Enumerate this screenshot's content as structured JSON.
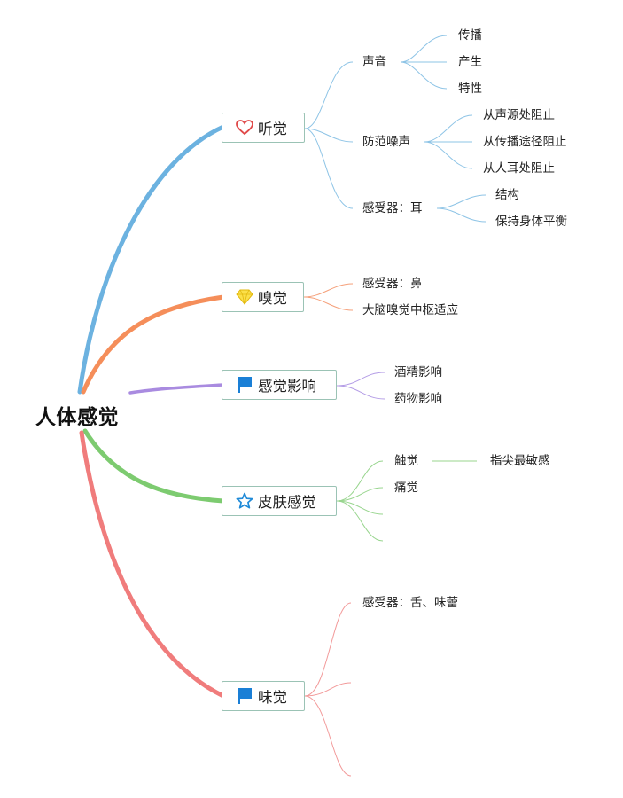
{
  "root": {
    "label": "人体感觉"
  },
  "colors": {
    "hearing": "#6cb2e0",
    "smell": "#f58e5a",
    "influence": "#a98be0",
    "skin": "#7dcb70",
    "taste": "#f07c7c",
    "node_border": "#9bc3b5"
  },
  "branches": {
    "hearing": {
      "label": "听觉",
      "icon": "heart-icon",
      "children": [
        {
          "label": "声音",
          "children": [
            "传播",
            "产生",
            "特性"
          ]
        },
        {
          "label": "防范噪声",
          "children": [
            "从声源处阻止",
            "从传播途径阻止",
            "从人耳处阻止"
          ]
        },
        {
          "label": "感受器：耳",
          "children": [
            "结构",
            "保持身体平衡"
          ]
        }
      ]
    },
    "smell": {
      "label": "嗅觉",
      "icon": "diamond-icon",
      "children": [
        "感受器：鼻",
        "大脑嗅觉中枢适应"
      ]
    },
    "influence": {
      "label": "感觉影响",
      "icon": "flag-icon",
      "children": [
        "酒精影响",
        "药物影响"
      ]
    },
    "skin": {
      "label": "皮肤感觉",
      "icon": "star-icon",
      "children": [
        {
          "label": "触觉",
          "children": [
            "指尖最敏感"
          ]
        },
        {
          "label": "痛觉"
        },
        {
          "label": ""
        },
        {
          "label": ""
        }
      ]
    },
    "taste": {
      "label": "味觉",
      "icon": "flag-icon",
      "children": [
        "感受器：舌、味蕾",
        "",
        ""
      ]
    }
  }
}
